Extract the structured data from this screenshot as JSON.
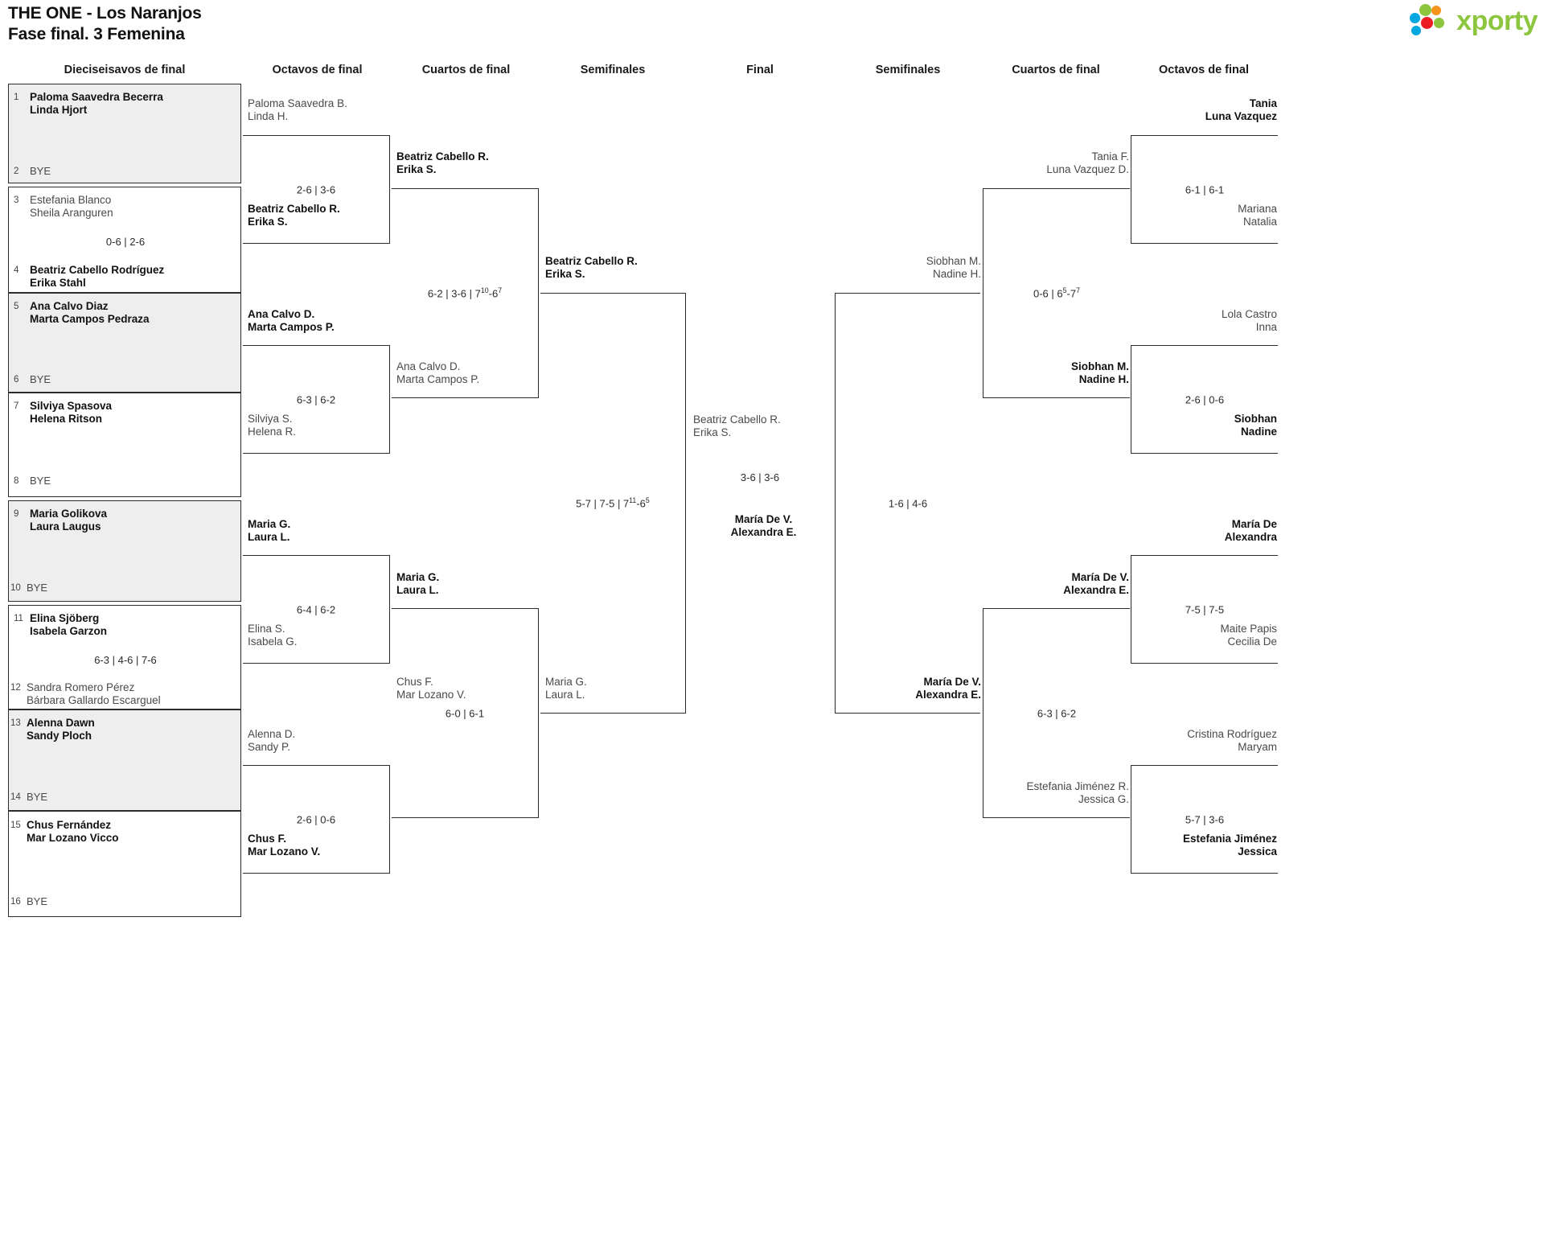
{
  "header": {
    "title_line1": "THE ONE - Los Naranjos",
    "title_line2": "Fase final. 3 Femenina",
    "logo_text": "xporty",
    "logo_colors": [
      "#8cc63e",
      "#f7941d",
      "#ed1c24",
      "#00a7e1",
      "#8cc63e"
    ]
  },
  "round_headers": {
    "l_r32": "Dieciseisavos de final",
    "l_r16": "Octavos de final",
    "l_qf": "Cuartos de final",
    "l_sf": "Semifinales",
    "final": "Final",
    "r_sf": "Semifinales",
    "r_qf": "Cuartos de final",
    "r_r16": "Octavos de final"
  },
  "left_r32": [
    {
      "seed": "1",
      "line1": "Paloma Saavedra Becerra",
      "line2": "Linda Hjort",
      "status": "win"
    },
    {
      "seed": "2",
      "bye": "BYE"
    },
    {
      "seed": "3",
      "line1": "Estefania Blanco",
      "line2": "Sheila Aranguren",
      "status": "lose"
    },
    {
      "seed": "4",
      "line1": "Beatriz Cabello Rodríguez",
      "line2": "Erika Stahl",
      "status": "win"
    },
    {
      "seed": "5",
      "line1": "Ana Calvo Diaz",
      "line2": "Marta Campos Pedraza",
      "status": "win"
    },
    {
      "seed": "6",
      "bye": "BYE"
    },
    {
      "seed": "7",
      "line1": "Silviya Spasova",
      "line2": "Helena Ritson",
      "status": "win"
    },
    {
      "seed": "8",
      "bye": "BYE"
    },
    {
      "seed": "9",
      "line1": "Maria Golikova",
      "line2": "Laura Laugus",
      "status": "win"
    },
    {
      "seed": "10",
      "bye": "BYE"
    },
    {
      "seed": "11",
      "line1": "Elina Sjöberg",
      "line2": "Isabela Garzon",
      "status": "win"
    },
    {
      "seed": "12",
      "line1": "Sandra Romero Pérez",
      "line2": "Bárbara Gallardo Escarguel",
      "status": "lose"
    },
    {
      "seed": "13",
      "line1": "Alenna Dawn",
      "line2": "Sandy Ploch",
      "status": "win"
    },
    {
      "seed": "14",
      "bye": "BYE"
    },
    {
      "seed": "15",
      "line1": "Chus Fernández",
      "line2": "Mar Lozano Vicco",
      "status": "win"
    },
    {
      "seed": "16",
      "bye": "BYE"
    }
  ],
  "left_r32_scores": {
    "m2": "0-6 | 2-6",
    "m6": "6-3 | 4-6 | 7-6"
  },
  "left_r16": {
    "m1": {
      "top": {
        "line1": "Paloma Saavedra B.",
        "line2": "Linda H.",
        "status": "lose"
      },
      "bottom": {
        "line1": "Beatriz Cabello R.",
        "line2": "Erika S.",
        "status": "win"
      },
      "score": "2-6 | 3-6"
    },
    "m2": {
      "top": {
        "line1": "Ana Calvo D.",
        "line2": "Marta Campos P.",
        "status": "win"
      },
      "bottom": {
        "line1": "Silviya S.",
        "line2": "Helena R.",
        "status": "lose"
      },
      "score": "6-3 | 6-2"
    },
    "m3": {
      "top": {
        "line1": "Maria G.",
        "line2": "Laura L.",
        "status": "win"
      },
      "bottom": {
        "line1": "Elina S.",
        "line2": "Isabela G.",
        "status": "lose"
      },
      "score": "6-4 | 6-2"
    },
    "m4": {
      "top": {
        "line1": "Alenna D.",
        "line2": "Sandy P.",
        "status": "lose"
      },
      "bottom": {
        "line1": "Chus F.",
        "line2": "Mar Lozano V.",
        "status": "win"
      },
      "score": "2-6 | 0-6"
    }
  },
  "left_qf": {
    "m1": {
      "top": {
        "line1": "Beatriz Cabello R.",
        "line2": "Erika S.",
        "status": "win"
      },
      "bottom": {
        "line1": "Ana Calvo D.",
        "line2": "Marta Campos P.",
        "status": "lose"
      },
      "score_html": "6-2 | 3-6 | 7<sup>10</sup>-6<sup>7</sup>"
    },
    "m2": {
      "top": {
        "line1": "Maria G.",
        "line2": "Laura L.",
        "status": "win"
      },
      "bottom": {
        "line1": "Chus F.",
        "line2": "Mar Lozano V.",
        "status": "lose"
      },
      "score": "6-0 | 6-1"
    }
  },
  "left_sf": {
    "m1": {
      "top": {
        "line1": "Beatriz Cabello R.",
        "line2": "Erika S.",
        "status": "win"
      },
      "bottom": {
        "line1": "Maria G.",
        "line2": "Laura L.",
        "status": "lose"
      },
      "score_html": "5-7 | 7-5 | 7<sup>11</sup>-6<sup>5</sup>"
    }
  },
  "final": {
    "left_entrant": {
      "line1": "Beatriz Cabello R.",
      "line2": "Erika S.",
      "status": "lose"
    },
    "right_entrant": {
      "line1": "María De V.",
      "line2": "Alexandra E.",
      "status": "win"
    },
    "score": "3-6 | 3-6"
  },
  "right_sf": {
    "m1": {
      "top": {
        "line1": "Siobhan M.",
        "line2": "Nadine H.",
        "status": "lose"
      },
      "bottom": {
        "line1": "María De V.",
        "line2": "Alexandra E.",
        "status": "win"
      },
      "score": "1-6 | 4-6"
    }
  },
  "right_qf": {
    "m1": {
      "top": {
        "line1": "Tania F.",
        "line2": "Luna Vazquez D.",
        "status": "lose"
      },
      "bottom": {
        "line1": "Siobhan M.",
        "line2": "Nadine H.",
        "status": "win"
      },
      "score_html": "0-6 | 6<sup>5</sup>-7<sup>7</sup>"
    },
    "m2": {
      "top": {
        "line1": "María De V.",
        "line2": "Alexandra E.",
        "status": "win"
      },
      "bottom": {
        "line1": "Estefania Jiménez R.",
        "line2": "Jessica G.",
        "status": "lose"
      },
      "score": "6-3 | 6-2"
    }
  },
  "right_r16": {
    "m1": {
      "top": {
        "line1": "Tania",
        "line2": "Luna Vazquez",
        "status": "win"
      },
      "bottom": {
        "line1": "Mariana",
        "line2": "Natalia",
        "status": "lose"
      },
      "score": "6-1 | 6-1"
    },
    "m2": {
      "top": {
        "line1": "Lola Castro",
        "line2": "Inna",
        "status": "lose"
      },
      "bottom": {
        "line1": "Siobhan",
        "line2": "Nadine",
        "status": "win"
      },
      "score": "2-6 | 0-6"
    },
    "m3": {
      "top": {
        "line1": "María De",
        "line2": "Alexandra",
        "status": "win"
      },
      "bottom": {
        "line1": "Maite Papis",
        "line2": "Cecilia De",
        "status": "lose"
      },
      "score": "7-5 | 7-5"
    },
    "m4": {
      "top": {
        "line1": "Cristina Rodríguez",
        "line2": "Maryam",
        "status": "lose"
      },
      "bottom": {
        "line1": "Estefania Jiménez",
        "line2": "Jessica",
        "status": "win"
      },
      "score": "5-7 | 3-6"
    }
  }
}
